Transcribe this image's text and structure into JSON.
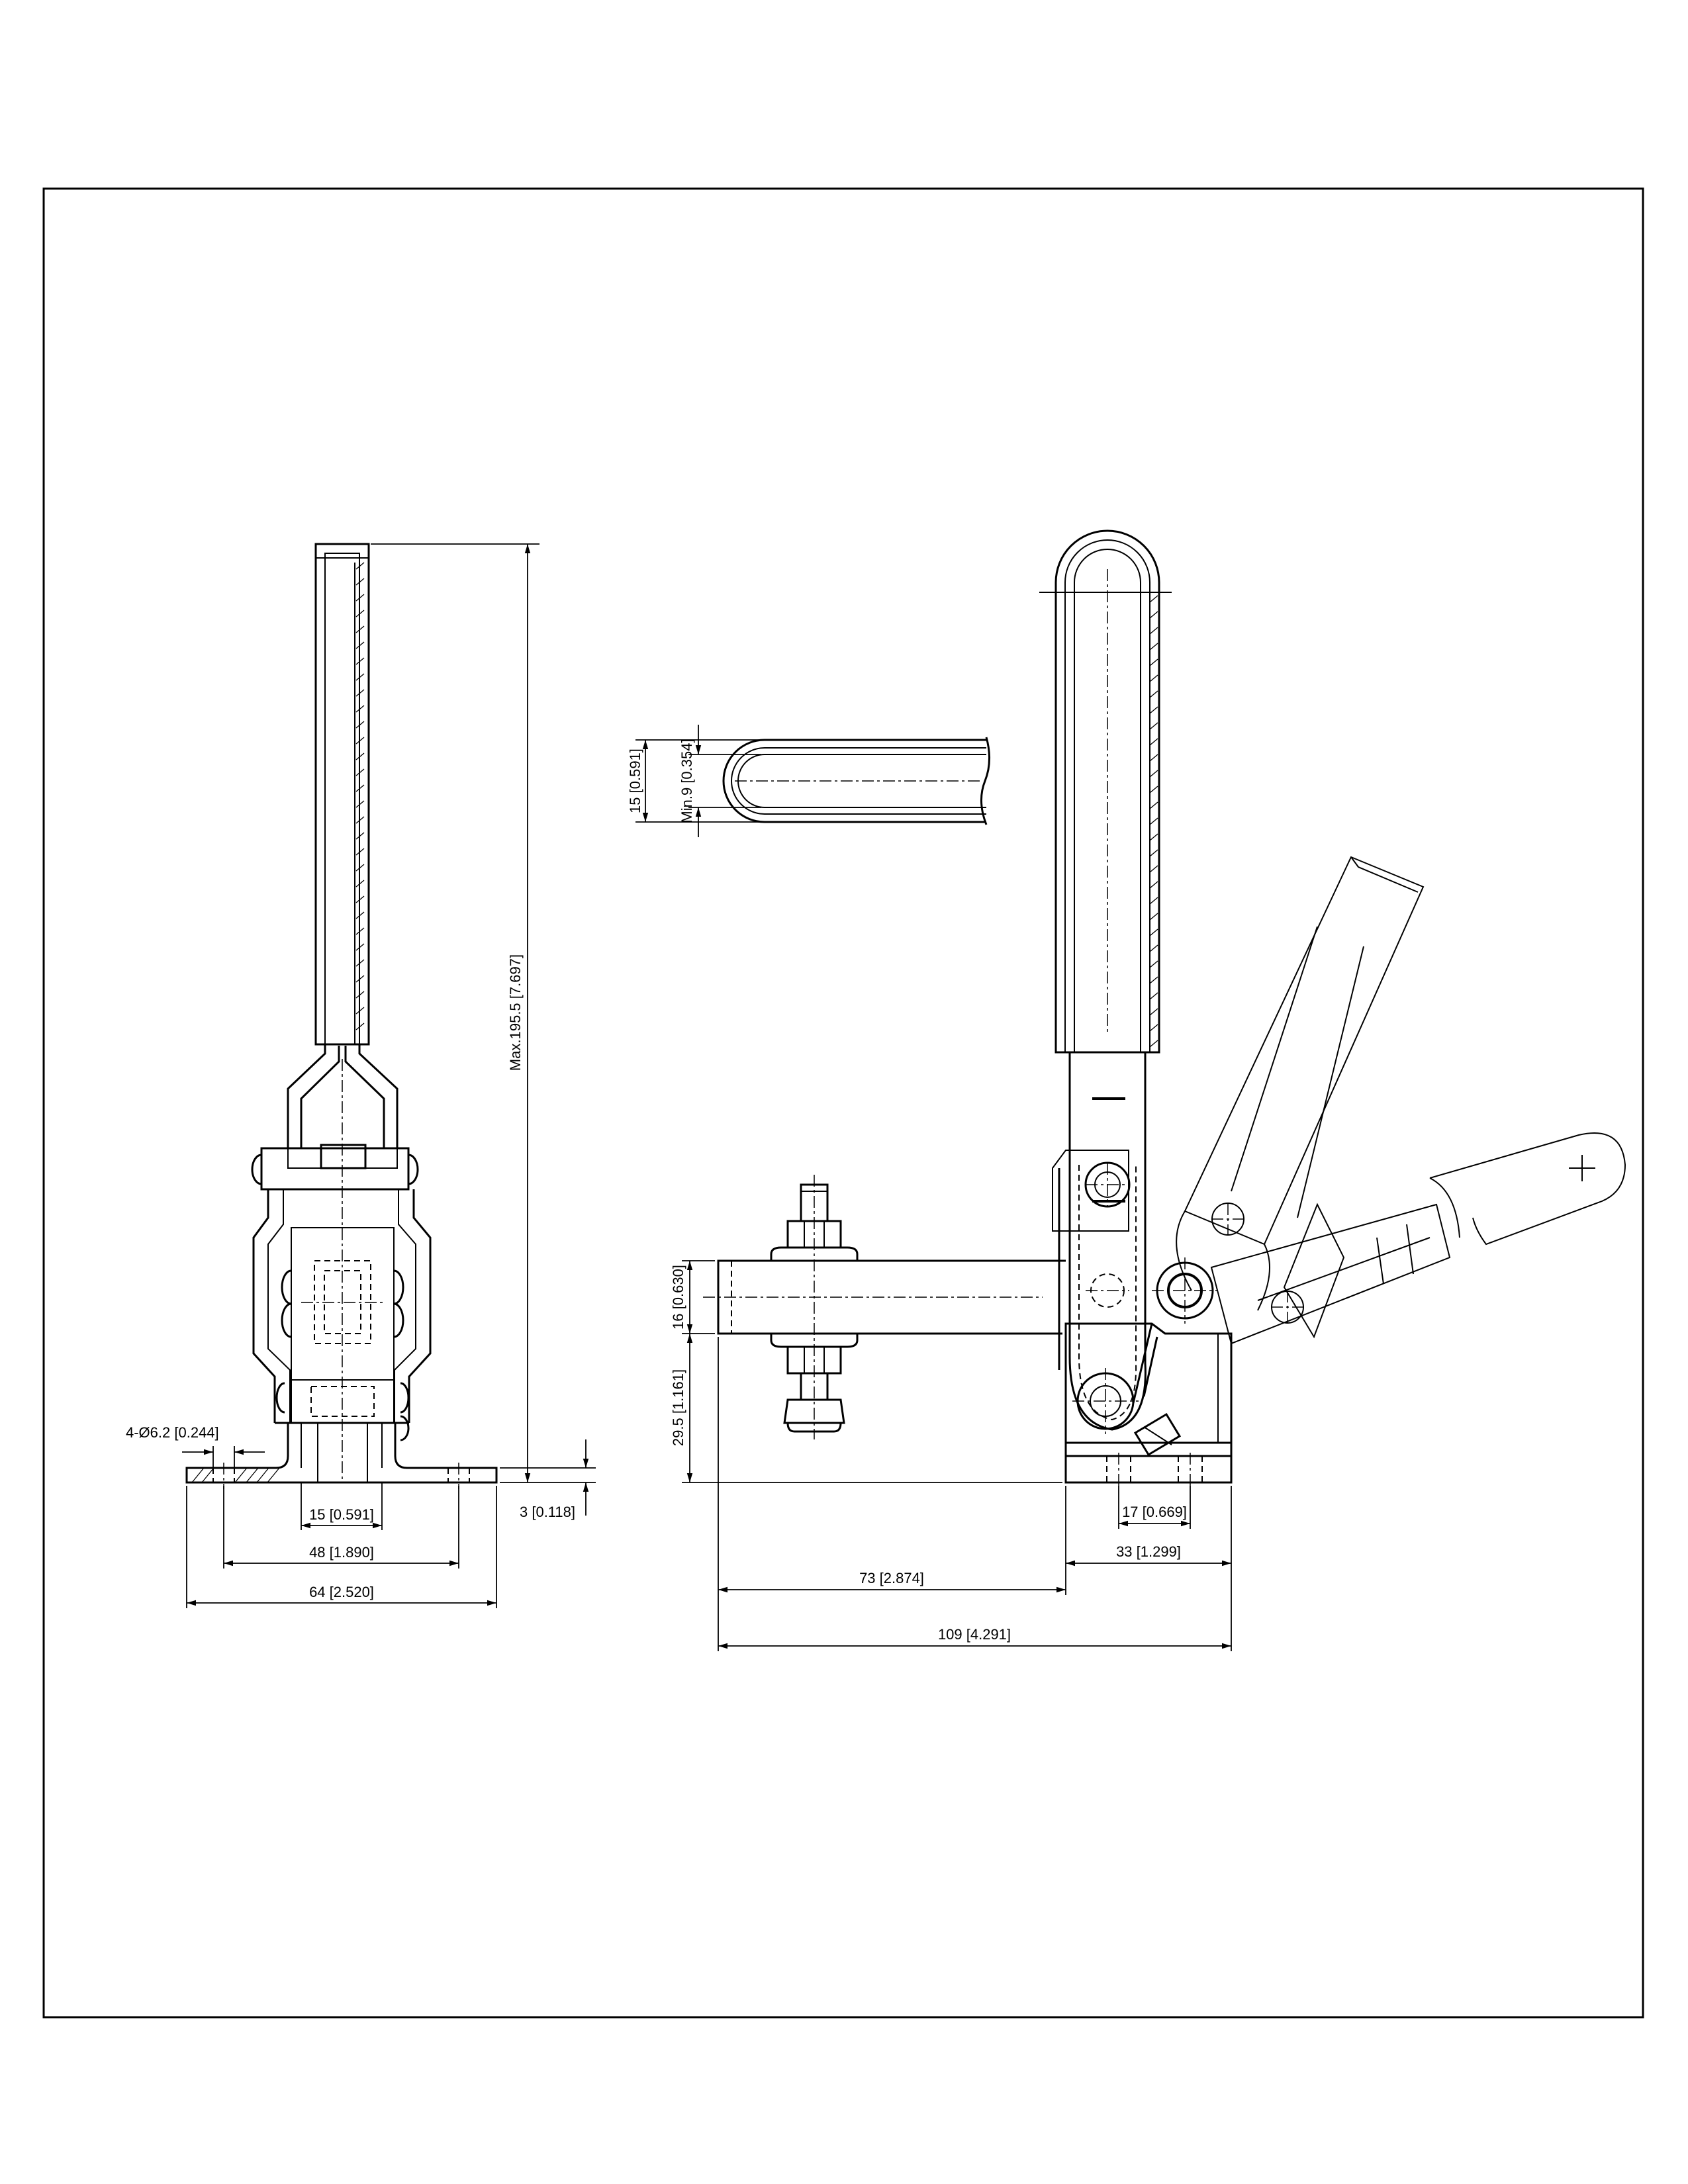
{
  "drawing": {
    "front_view": {
      "dims": {
        "hole": "4-Ø6.2 [0.244]",
        "height": "Max.195.5 [7.697]",
        "base_thickness": "3 [0.118]",
        "width_15": "15 [0.591]",
        "width_48": "48 [1.890]",
        "width_64": "64 [2.520]"
      }
    },
    "detail_view": {
      "dims": {
        "width_15": "15 [0.591]",
        "radius_min": "Min.9 [0.354]"
      }
    },
    "side_view": {
      "dims": {
        "bar_16": "16 [0.630]",
        "height_29_5": "29.5 [1.161]",
        "base_17": "17 [0.669]",
        "base_33": "33 [1.299]",
        "reach_73": "73 [2.874]",
        "overall_109": "109 [4.291]"
      }
    }
  }
}
